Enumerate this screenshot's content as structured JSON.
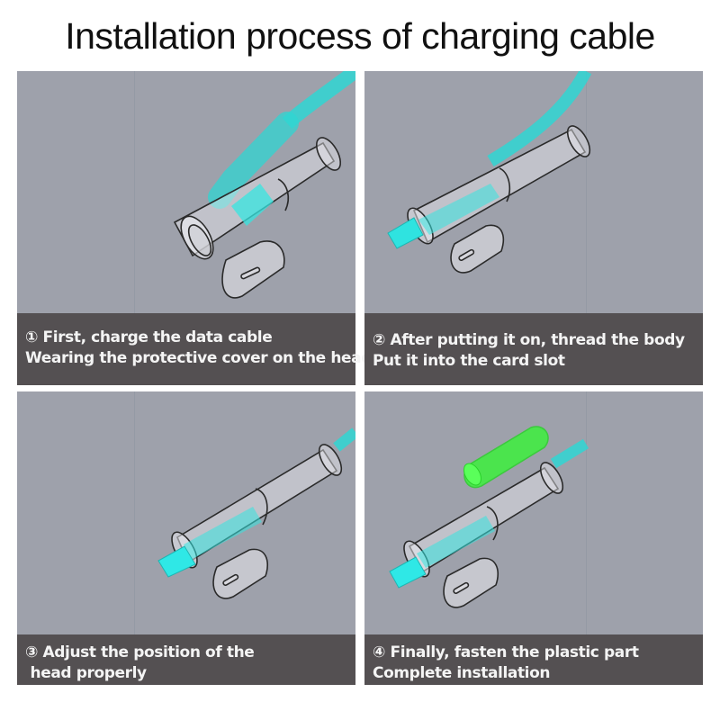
{
  "title": "Installation process of charging cable",
  "colors": {
    "panel_background": "#9ea1ab",
    "caption_background": "#545052",
    "caption_text": "#f4f4f4",
    "cable_cyan": "#2fd6d2",
    "clip_green": "#3df03d"
  },
  "steps": [
    {
      "number": "①",
      "line1": "① First, charge the data cable",
      "line2": "Wearing the protective cover on the head",
      "illustration": "cable-head-inserted-into-protective-cover"
    },
    {
      "number": "②",
      "line1": "② After putting it on, thread the body",
      "line2": "Put it into the card slot",
      "illustration": "cable-threaded-through-body-slot"
    },
    {
      "number": "③",
      "line1": "③ Adjust the position of the",
      "line2": " head properly",
      "illustration": "connector-head-adjusted-in-cover"
    },
    {
      "number": "④",
      "line1": "④ Finally, fasten the plastic part",
      "line2": "Complete installation",
      "illustration": "green-plastic-clip-fastened"
    }
  ]
}
